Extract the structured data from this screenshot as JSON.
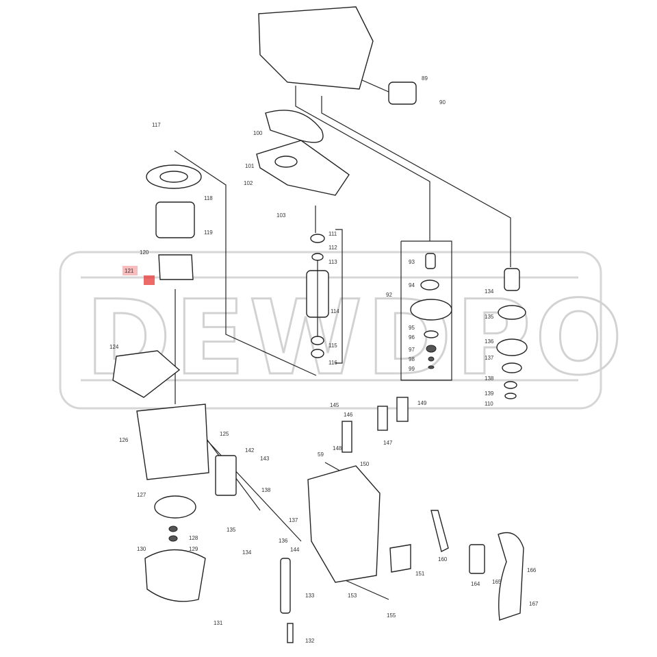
{
  "watermark": {
    "text": "DEWDPO"
  },
  "highlight": {
    "part": "121",
    "color": "#e53935"
  },
  "parts": {
    "p89": "89",
    "p90": "90",
    "p100": "100",
    "p101": "101",
    "p102": "102",
    "p103": "103",
    "p111": "111",
    "p112": "112",
    "p113": "113",
    "p114": "114",
    "p115": "115",
    "p116": "116",
    "p117": "117",
    "p118": "118",
    "p119": "119",
    "p120": "120",
    "p121": "121",
    "p92": "92",
    "p93": "93",
    "p94": "94",
    "p95": "95",
    "p96": "96",
    "p97": "97",
    "p98": "98",
    "p99": "99",
    "r134": "134",
    "r135": "135",
    "r136": "136",
    "r137": "137",
    "r138": "138",
    "r139": "139",
    "r110": "110",
    "p124": "124",
    "p125": "125",
    "p126": "126",
    "p127": "127",
    "p128": "128",
    "p129": "129",
    "p130": "130",
    "p131": "131",
    "p132": "132",
    "p133": "133",
    "p134": "134",
    "p135": "135",
    "p136": "136",
    "p137": "137",
    "p138": "138",
    "p142": "142",
    "p143": "143",
    "p144": "144",
    "p145": "145",
    "p146": "146",
    "p147": "147",
    "p148": "148",
    "p149": "149",
    "p150": "150",
    "p151": "151",
    "p153": "153",
    "p155": "155",
    "p59": "59",
    "p160": "160",
    "p164": "164",
    "p165": "165",
    "p166": "166",
    "p167": "167"
  }
}
